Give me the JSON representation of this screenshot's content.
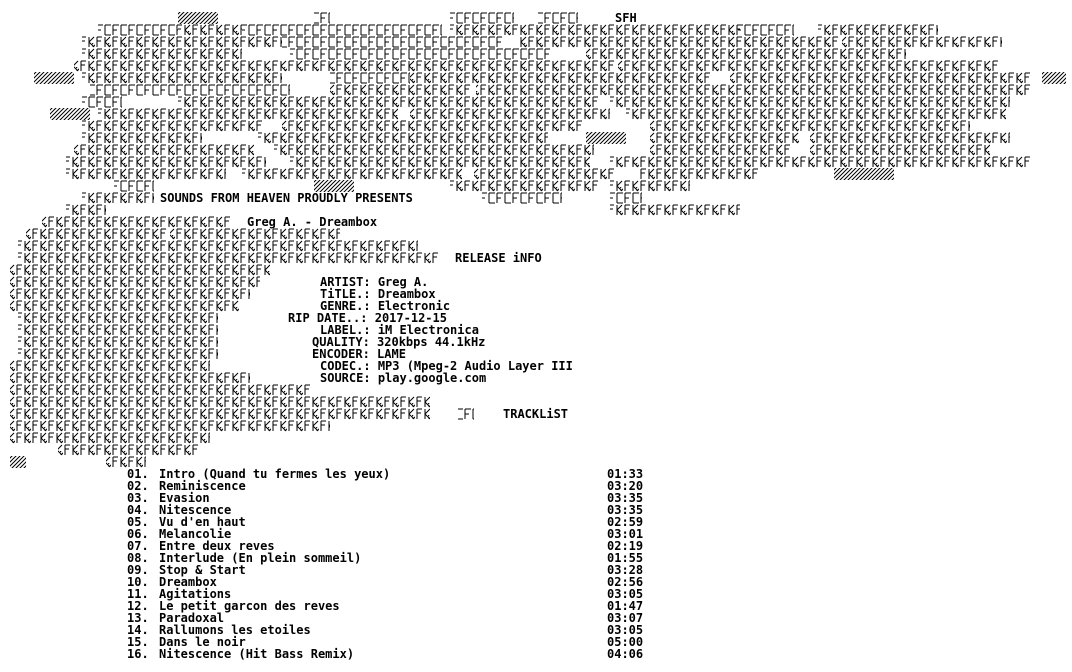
{
  "header": {
    "group_tag": "SFH",
    "presents": "SOUNDS FROM HEAVEN PROUDLY PRESENTS",
    "release_title": "Greg A. - Dreambox"
  },
  "release_info": {
    "heading": "RELEASE iNFO",
    "fields": [
      {
        "label": "ARTIST:",
        "value": "Greg A."
      },
      {
        "label": "TiTLE.:",
        "value": "Dreambox"
      },
      {
        "label": "GENRE.:",
        "value": "Electronic"
      },
      {
        "label": "RIP DATE..:",
        "value": "2017-12-15"
      },
      {
        "label": "LABEL.:",
        "value": "iM Electronica"
      },
      {
        "label": "QUALITY:",
        "value": "320kbps 44.1kHz"
      },
      {
        "label": "ENCODER:",
        "value": "LAME"
      },
      {
        "label": "CODEC.:",
        "value": "MP3 (Mpeg-2 Audio Layer III"
      },
      {
        "label": "SOURCE:",
        "value": "play.google.com"
      }
    ]
  },
  "tracklist": {
    "heading": "TRACKLiST",
    "tracks": [
      {
        "num": "01.",
        "title": "Intro (Quand tu fermes les yeux)",
        "time": "01:33"
      },
      {
        "num": "02.",
        "title": "Reminiscence",
        "time": "03:20"
      },
      {
        "num": "03.",
        "title": "Evasion",
        "time": "03:35"
      },
      {
        "num": "04.",
        "title": "Nitescence",
        "time": "03:35"
      },
      {
        "num": "05.",
        "title": "Vu d'en haut",
        "time": "02:59"
      },
      {
        "num": "06.",
        "title": "Melancolie",
        "time": "03:01"
      },
      {
        "num": "07.",
        "title": "Entre deux reves",
        "time": "02:19"
      },
      {
        "num": "08.",
        "title": "Interlude (En plein sommeil)",
        "time": "01:55"
      },
      {
        "num": "09.",
        "title": "Stop & Start",
        "time": "03:28"
      },
      {
        "num": "10.",
        "title": "Dreambox",
        "time": "02:56"
      },
      {
        "num": "11.",
        "title": "Agitations",
        "time": "03:05"
      },
      {
        "num": "12.",
        "title": "Le petit garcon des reves",
        "time": "01:47"
      },
      {
        "num": "13.",
        "title": "Paradoxal",
        "time": "03:07"
      },
      {
        "num": "14.",
        "title": "Rallumons les etoiles",
        "time": "03:05"
      },
      {
        "num": "15.",
        "title": "Dans le noir",
        "time": "05:00"
      },
      {
        "num": "16.",
        "title": "Nitescence (Hit Bass Remix)",
        "time": "04:06"
      }
    ]
  }
}
